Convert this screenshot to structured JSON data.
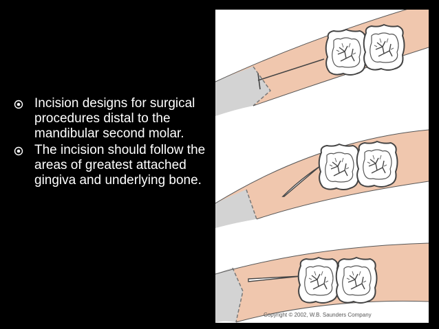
{
  "slide": {
    "bullets": [
      "Incision designs for surgical procedures distal to the mandibular second molar.",
      "The incision should follow the areas of greatest attached gingiva and underlying bone."
    ],
    "bullet_icon": "circled-dot-icon"
  },
  "figure": {
    "copyright": "Copyright © 2002, W.B. Saunders Company",
    "colors": {
      "gingiva": "#f0c7ae",
      "bone": "#d3d3d3",
      "tooth": "#ffffff",
      "outline": "#444444"
    }
  },
  "colors": {
    "background": "#000000",
    "text": "#ffffff"
  }
}
